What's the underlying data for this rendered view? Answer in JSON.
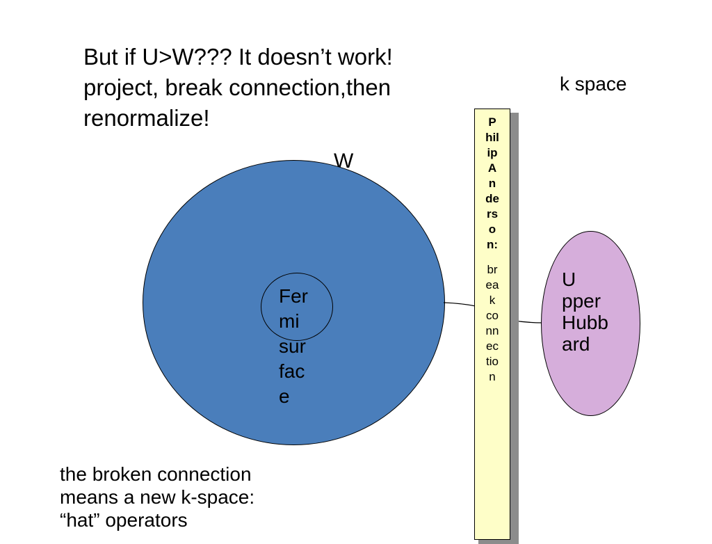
{
  "title": "But if U>W???  It doesn’t work!\nproject, break connection,then\nrenormalize!",
  "k_space_label": "k space",
  "w_label": "W",
  "fermi_label": "Fer\nmi\nsur\nfac\ne",
  "bar": {
    "name": "P\nhil\nip\nA\nn\nde\nrs\no\nn:",
    "description": "br\nea\nk\nco\nnn\nec\ntio\nn"
  },
  "hubbard_label": "U\npper\nHubb\nard",
  "bottom_text": "the broken connection\nmeans a new k-space:\n“hat” operators",
  "colors": {
    "big_circle": "#4a7ebb",
    "bar_fill": "#fefec8",
    "hubbard_fill": "#d6aedb"
  }
}
